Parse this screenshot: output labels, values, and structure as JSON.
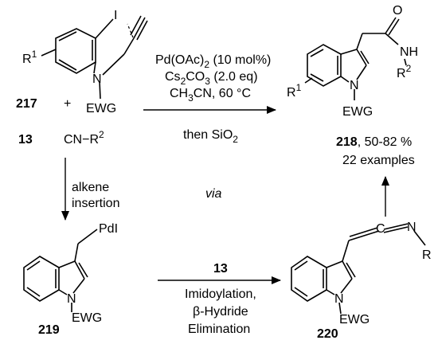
{
  "compounds": {
    "c217": "217",
    "c13": "13",
    "c218": "218",
    "c219": "219",
    "c220": "220"
  },
  "atoms": {
    "r1": "R",
    "r1_sup": "1",
    "iodo": "I",
    "n": "N",
    "ewg": "EWG",
    "plus": "+",
    "cn_r2": "CN−R",
    "r2_sup": "2",
    "o": "O",
    "nh": "NH",
    "r": "R",
    "pdi": "PdI"
  },
  "conditions": {
    "top_line1": "Pd(OAc)",
    "top_line1_sub": "2",
    "top_line1_rest": " (10 mol%)",
    "top_line2": "Cs",
    "top_line2_sub1": "2",
    "top_line2_mid": "CO",
    "top_line2_sub2": "3",
    "top_line2_rest": " (2.0 eq)",
    "top_line3": "CH",
    "top_line3_sub": "3",
    "top_line3_rest": "CN, 60 °C",
    "top_below": "then SiO",
    "top_below_sub": "2",
    "down_line1": "alkene",
    "down_line2": "insertion",
    "via": "via",
    "bottom_reagent": "13",
    "bottom_line1": "Imidoylation,",
    "bottom_line2": "β-Hydride",
    "bottom_line3": "Elimination"
  },
  "product": {
    "yield": ", 50-82 %",
    "examples": "22 examples"
  }
}
